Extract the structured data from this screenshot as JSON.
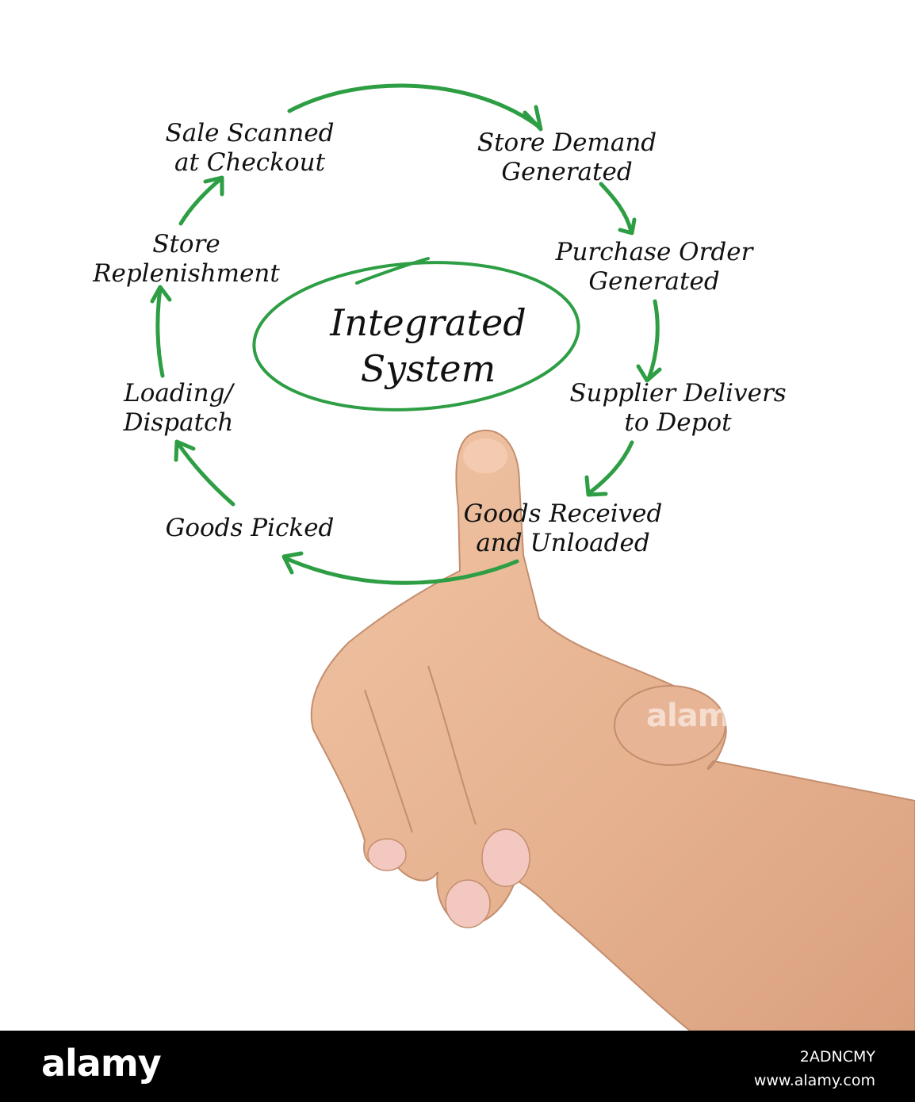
{
  "diagram": {
    "center": "Integrated\nSystem",
    "steps": [
      "Sale Scanned\nat Checkout",
      "Store Demand\nGenerated",
      "Purchase Order\nGenerated",
      "Supplier Delivers\nto Depot",
      "Goods Received\nand Unloaded",
      "Goods Picked",
      "Loading/\nDispatch",
      "Store\nReplenishment"
    ],
    "arrow_color": "#2e9e44"
  },
  "watermark": "alamy",
  "footer": {
    "logo": "alamy",
    "image_id": "2ADNCMY",
    "site": "www.alamy.com"
  }
}
